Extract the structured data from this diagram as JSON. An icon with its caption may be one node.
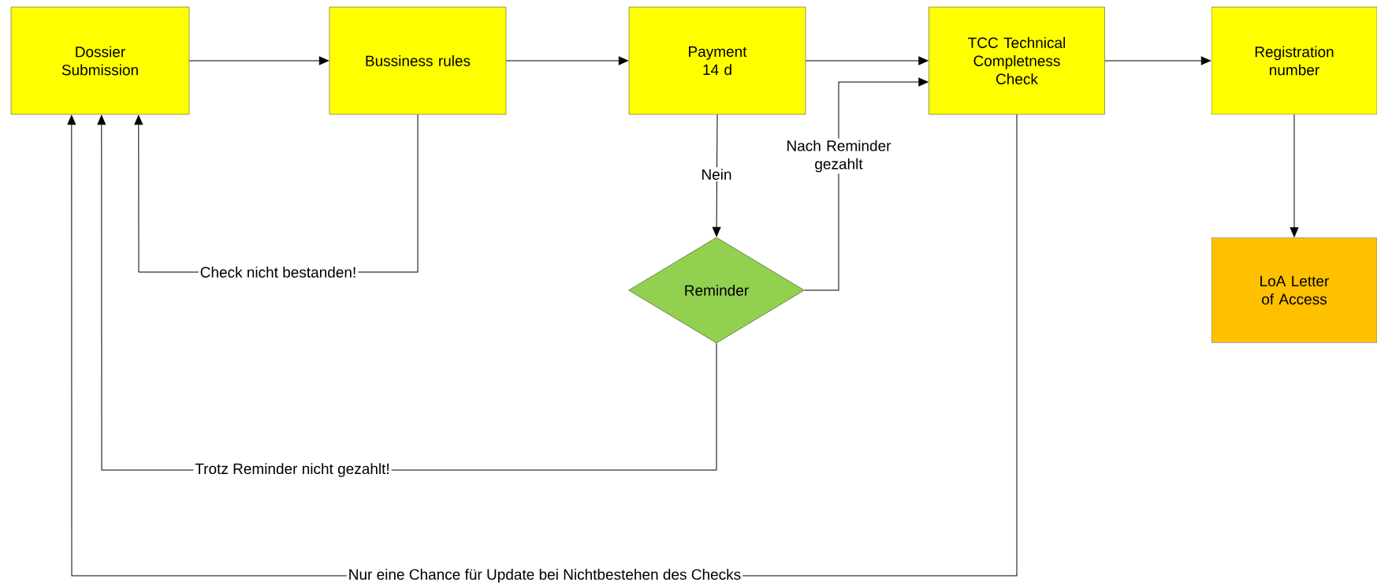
{
  "diagram": {
    "nodes": [
      {
        "text": [
          "Dossier Submission"
        ]
      },
      {
        "text": [
          "Bussiness rules"
        ]
      },
      {
        "text": [
          "Payment 14 d"
        ]
      },
      {
        "text": [
          "TCC Technical Completness Check"
        ]
      },
      {
        "text": [
          "Registration number"
        ]
      },
      {
        "text": [
          "Reminder"
        ]
      },
      {
        "text": [
          "LoA Letter of Access"
        ]
      }
    ],
    "edges": [
      {
        "from": 0,
        "to": 1,
        "arrow": "to"
      },
      {
        "from": 1,
        "to": 2,
        "arrow": "to"
      },
      {
        "from": 2,
        "to": 3,
        "arrow": "to"
      },
      {
        "from": 3,
        "to": 4,
        "arrow": "to"
      },
      {
        "from": 4,
        "to": 6,
        "arrow": "to"
      },
      {
        "from": 2,
        "to": 5,
        "arrow": "to",
        "label": "Nein"
      },
      {
        "from": 5,
        "to": 3,
        "arrow": "to",
        "label": "Nach Reminder gezahlt"
      },
      {
        "from": 1,
        "to": 0,
        "arrow": "to",
        "label": "Check nicht bestanden!"
      },
      {
        "from": 5,
        "to": 0,
        "arrow": "to",
        "label": "Trotz Reminder nicht gezahlt!"
      },
      {
        "from": 3,
        "to": 0,
        "arrow": "to",
        "label": "Nur eine Chance für Update bei Nichtbestehen des Checks"
      }
    ]
  }
}
